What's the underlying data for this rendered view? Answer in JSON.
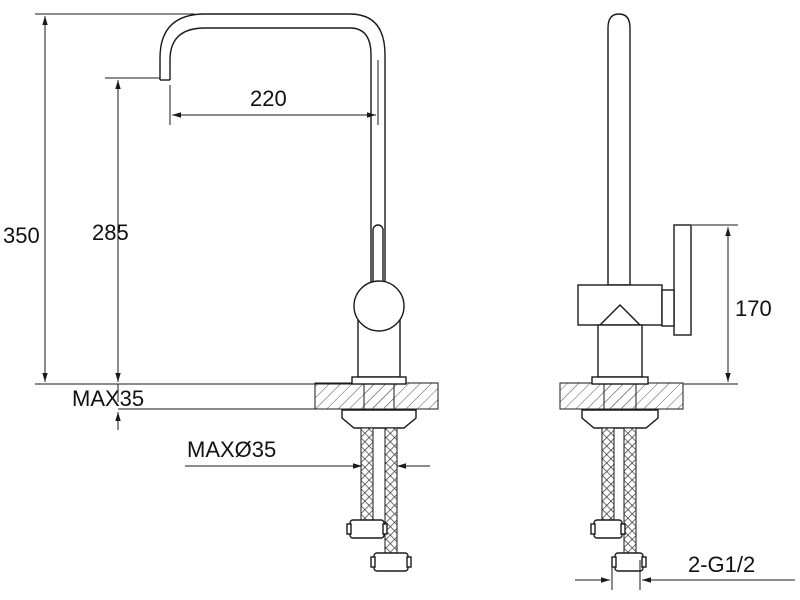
{
  "dimensions": {
    "total_height": "350",
    "spout_height": "285",
    "spout_reach": "220",
    "max_thickness": "MAX35",
    "max_hole_diameter": "MAXØ35",
    "lever_height": "170",
    "inlet_thread": "2-G1/2"
  }
}
